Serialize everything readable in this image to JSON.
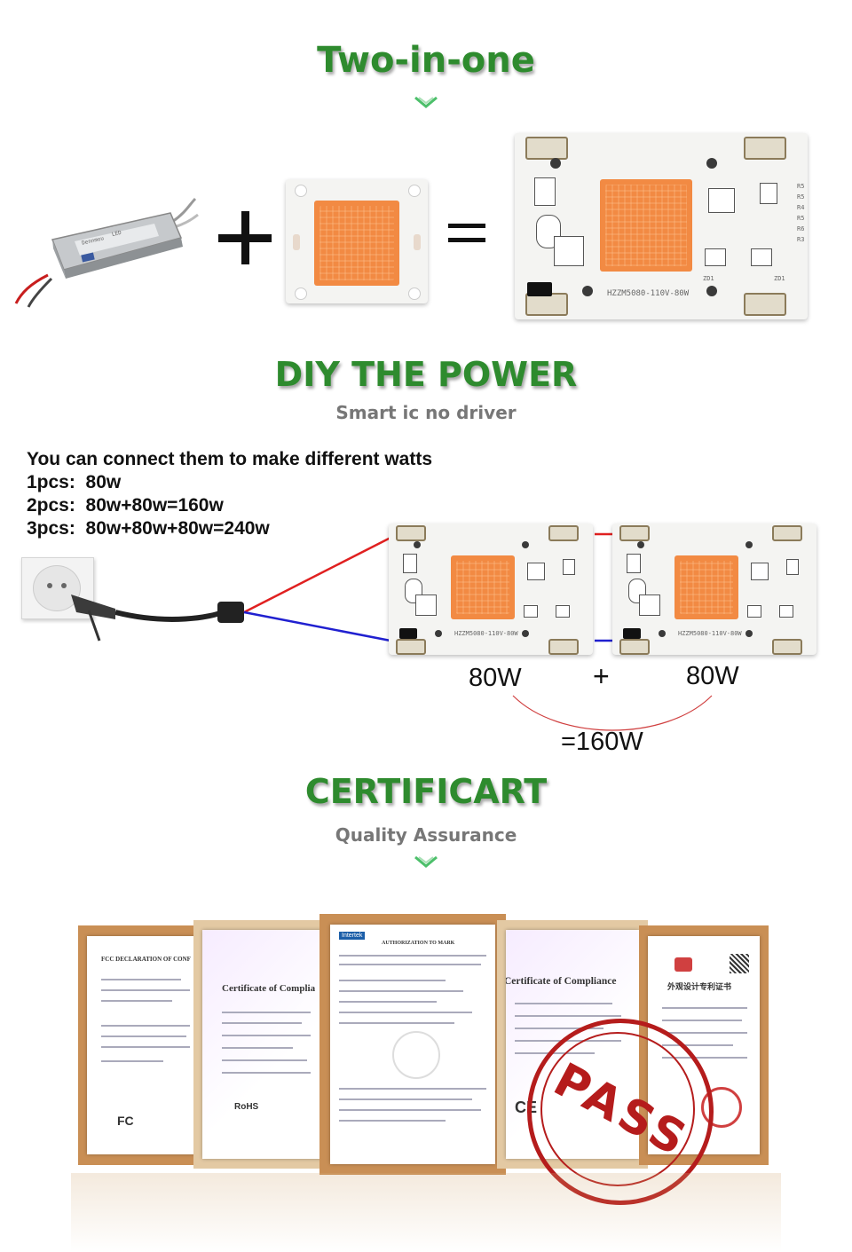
{
  "section1": {
    "title": "Two-in-one"
  },
  "section1_figures": {
    "driver_brand": "Dennmou",
    "driver_label": "LED",
    "ic_pcb_label": "HZZM5080-110V-80W",
    "pcb_markings": [
      "ZD1",
      "ZD1",
      "R5",
      "R5",
      "R4",
      "R5",
      "R6",
      "R3"
    ]
  },
  "section2": {
    "title": "DIY THE POWER",
    "subtitle": "Smart ic no driver",
    "intro": "You can connect them to make different watts",
    "lines": [
      "1pcs:  80w",
      "2pcs:  80w+80w=160w",
      "3pcs:  80w+80w+80w=240w"
    ],
    "chip1_watts": "80W",
    "plus": "+",
    "chip2_watts": "80W",
    "total": "=160W",
    "chip_label": "HZZM5080-110V-80W"
  },
  "section3": {
    "title": "CERTIFICART",
    "subtitle": "Quality Assurance"
  },
  "certificates": [
    {
      "title": "FCC DECLARATION OF CONF",
      "mark": "FC"
    },
    {
      "title": "Certificate of Complia",
      "mark": "RoHS"
    },
    {
      "title": "AUTHORIZATION TO MARK",
      "brand": "Intertek"
    },
    {
      "title": "Certificate of Compliance",
      "mark": "CE"
    },
    {
      "title": "外观设计专利证书"
    }
  ],
  "stamp": {
    "text": "PASS"
  },
  "colors": {
    "title_green": "#2e8b2e",
    "subtitle_gray": "#777777",
    "led_orange": "#f28a43",
    "frame_wood": "#c98f55",
    "stamp_red": "#b51c1c",
    "wire_red": "#e02020",
    "wire_blue": "#2020d0"
  }
}
